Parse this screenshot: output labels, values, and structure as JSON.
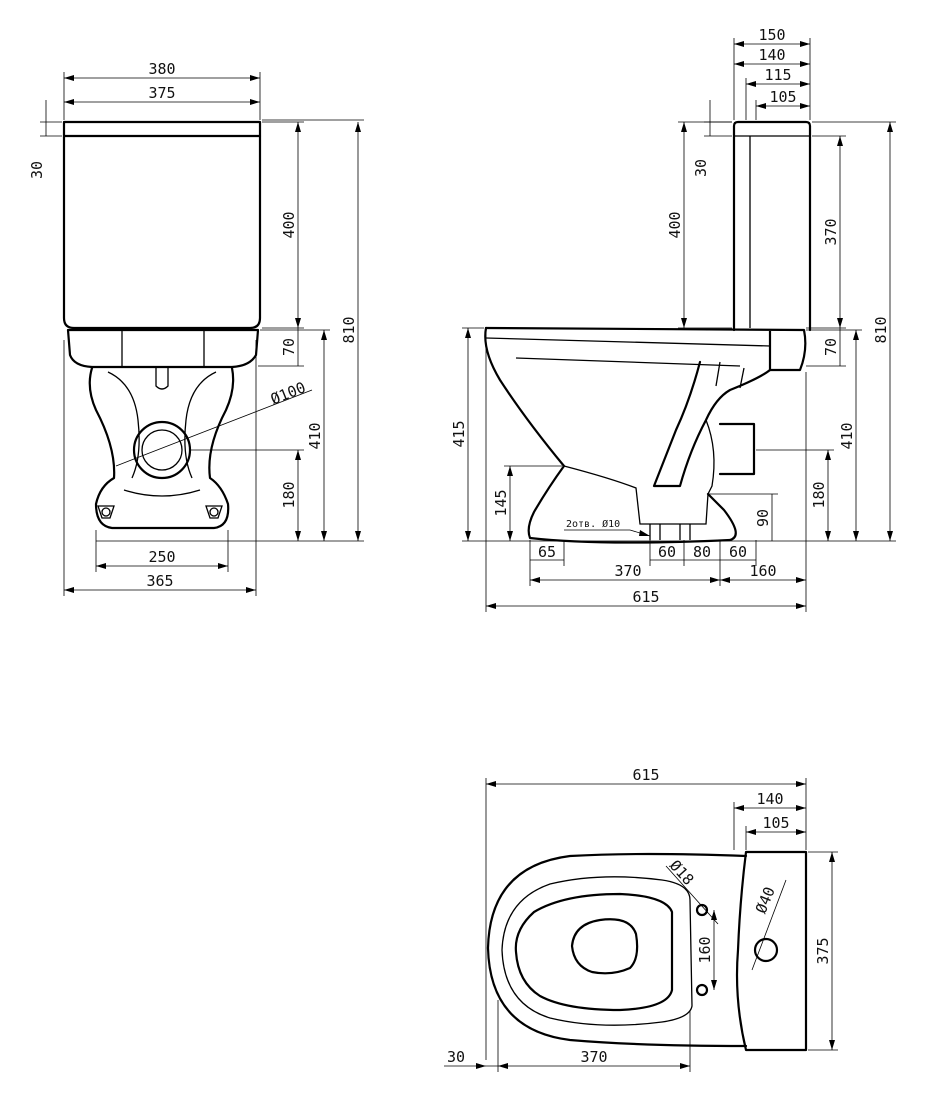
{
  "colors": {
    "line": "#000000",
    "background": "#ffffff"
  },
  "views": {
    "front": {
      "dim_380": "380",
      "dim_375": "375",
      "dim_30": "30",
      "dim_400": "400",
      "dim_810": "810",
      "dim_70": "70",
      "dim_d100": "Ø100",
      "dim_410": "410",
      "dim_180": "180",
      "dim_250": "250",
      "dim_365": "365"
    },
    "side": {
      "dim_150": "150",
      "dim_140": "140",
      "dim_115": "115",
      "dim_105": "105",
      "dim_30": "30",
      "dim_400": "400",
      "dim_370_tank": "370",
      "dim_810": "810",
      "dim_70": "70",
      "dim_410": "410",
      "dim_415": "415",
      "dim_145": "145",
      "dim_holes": "2отв. Ø10",
      "dim_90": "90",
      "dim_180": "180",
      "dim_65": "65",
      "dim_60a": "60",
      "dim_80": "80",
      "dim_60b": "60",
      "dim_370": "370",
      "dim_160": "160",
      "dim_615": "615"
    },
    "top": {
      "dim_615": "615",
      "dim_140": "140",
      "dim_105": "105",
      "dim_d18": "Ø18",
      "dim_d40": "Ø40",
      "dim_160": "160",
      "dim_375": "375",
      "dim_30": "30",
      "dim_370": "370"
    }
  }
}
